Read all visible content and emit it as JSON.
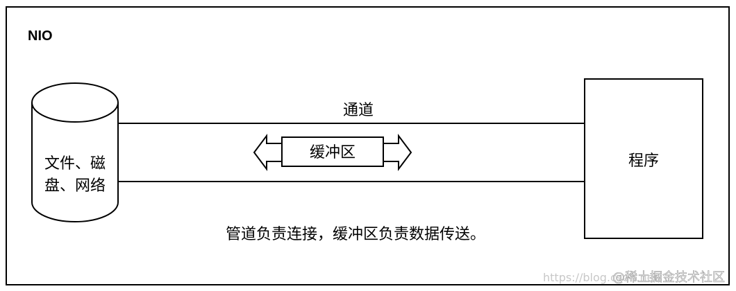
{
  "title": "NIO",
  "storage": {
    "line1": "文件、磁",
    "line2": "盘、网络"
  },
  "channel_label": "通道",
  "buffer_label": "缓冲区",
  "program_label": "程序",
  "caption": "管道负责连接，缓冲区负责数据传送。",
  "watermark": {
    "url_text": "https://blog.csdn.net/",
    "brand_text": "@稀土掘金技术社区"
  }
}
